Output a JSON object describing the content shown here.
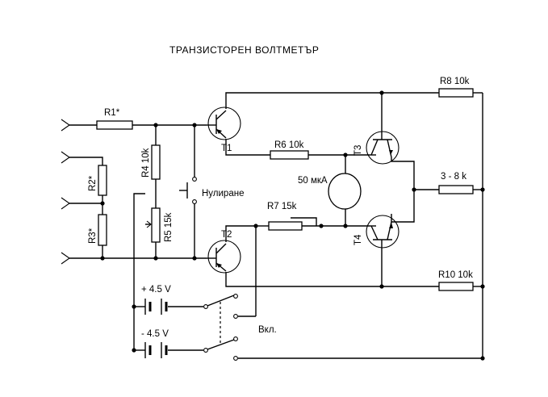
{
  "title": "ТРАНЗИСТОРЕН  ВОЛТМЕТЪР",
  "labels": {
    "r1": "R1*",
    "r2": "R2*",
    "r3": "R3*",
    "r4": "R4 10k",
    "r5": "R5 15k",
    "r6": "R6 10k",
    "r7": "R7 15k",
    "r8": "R8 10k",
    "r9": "3 - 8 k",
    "r10": "R10 10k",
    "t1": "T1",
    "t2": "T2",
    "t3": "T3",
    "t4": "T4",
    "meter": "50 мкА",
    "zero_button": "Нулиране",
    "batt_pos": "+ 4.5  V",
    "batt_neg": "- 4.5  V",
    "power_switch": "Вкл."
  }
}
